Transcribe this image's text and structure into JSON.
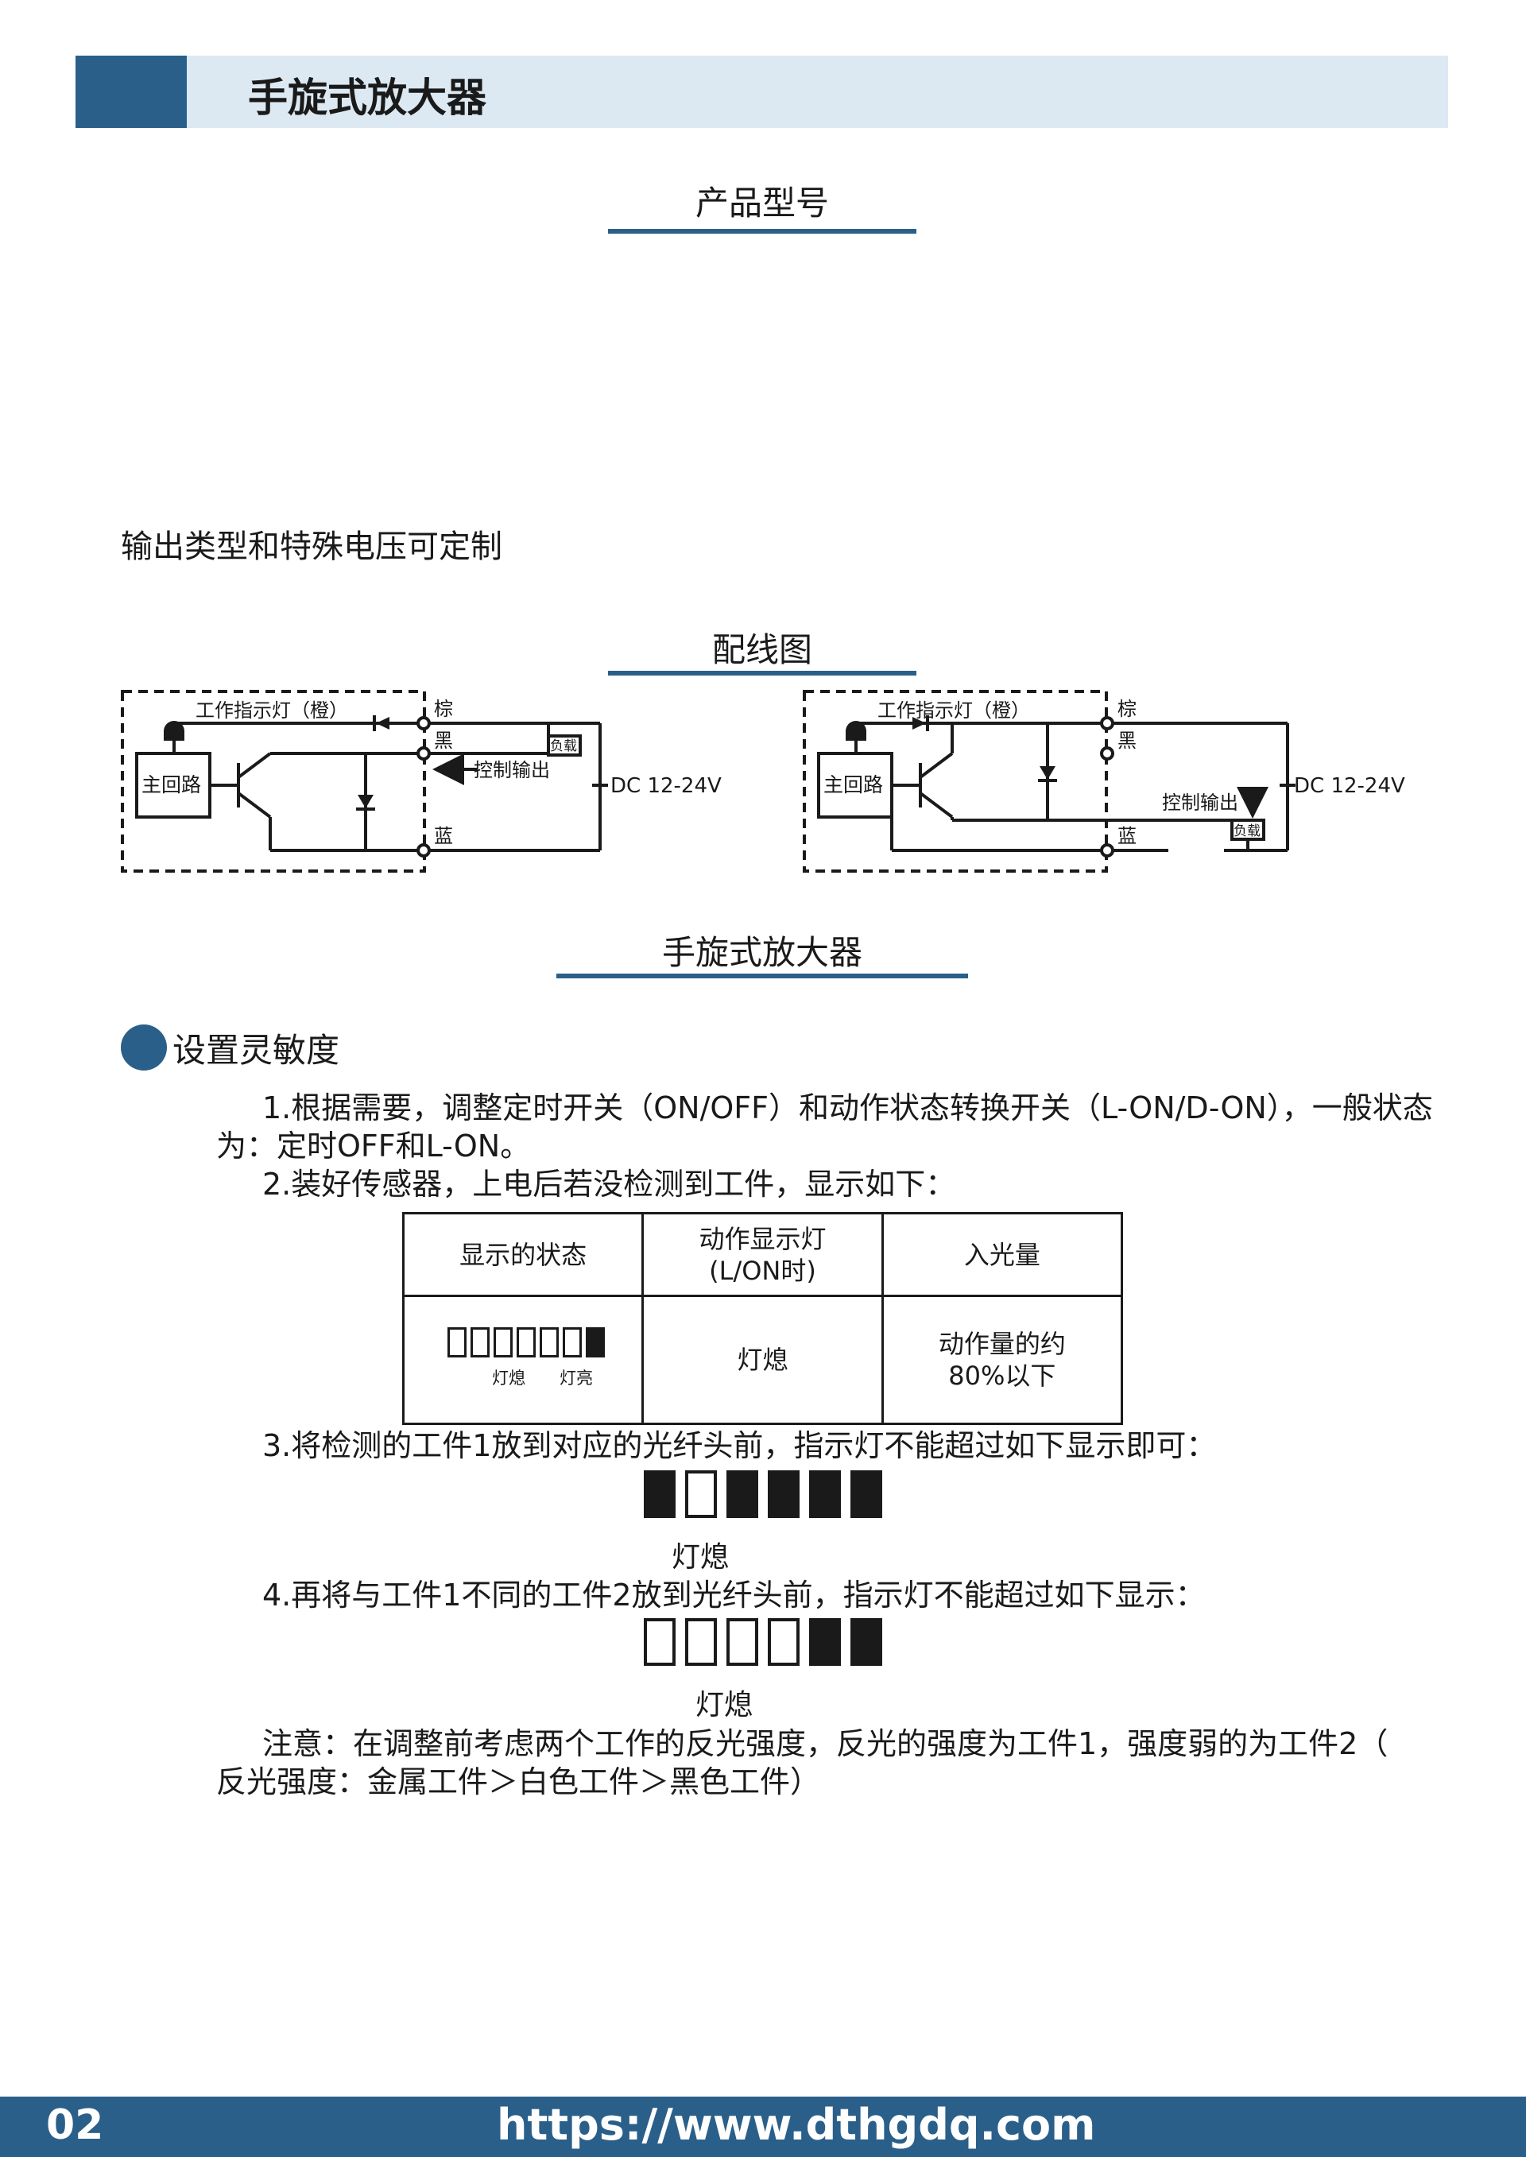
{
  "header": {
    "title": "手旋式放大器"
  },
  "sections": {
    "model": "产品型号",
    "custom_note": "输出类型和特殊电压可定制",
    "wiring": "配线图",
    "amplifier": "手旋式放大器",
    "sensitivity": "设置灵敏度"
  },
  "diagram_left": {
    "indicator": "工作指示灯（橙）",
    "main_circuit": "主回路",
    "brown": "棕",
    "black": "黑",
    "blue": "蓝",
    "load": "负载",
    "control_output": "控制输出",
    "dc": "DC 12-24V"
  },
  "diagram_right": {
    "indicator": "工作指示灯（橙）",
    "main_circuit": "主回路",
    "brown": "棕",
    "black": "黑",
    "blue": "蓝",
    "load": "负载",
    "control_output": "控制输出",
    "dc": "DC 12-24V"
  },
  "steps": {
    "step1_line1": "1.根据需要，调整定时开关（ON/OFF）和动作状态转换开关（L-ON/D-ON），一般状态",
    "step1_line2": "为：定时OFF和L-ON。",
    "step2": "2.装好传感器，上电后若没检测到工件，显示如下：",
    "step3": "3.将检测的工件1放到对应的光纤头前，指示灯不能超过如下显示即可：",
    "step4": "4.再将与工件1不同的工件2放到光纤头前，指示灯不能超过如下显示：",
    "note_line1": "注意：在调整前考虑两个工作的反光强度，反光的强度为工件1，强度弱的为工件2（",
    "note_line2": "反光强度：金属工件＞白色工件＞黑色工件）"
  },
  "table": {
    "headers": [
      "显示的状态",
      "动作显示灯",
      "(L/ON时)",
      "入光量"
    ],
    "cell_off": "灯熄",
    "cell_on": "灯亮",
    "cell_status": "灯熄",
    "cell_amount_1": "动作量的约",
    "cell_amount_2": "80%以下"
  },
  "display3": {
    "caption": "灯熄",
    "segments": [
      true,
      false,
      true,
      true,
      true,
      true
    ]
  },
  "display4": {
    "caption": "灯熄",
    "segments": [
      false,
      false,
      false,
      false,
      true,
      true
    ]
  },
  "display_table": {
    "segments": [
      false,
      false,
      false,
      false,
      false,
      false,
      true
    ]
  },
  "footer": {
    "page": "02",
    "url": "https://www.dthgdq.com"
  },
  "colors": {
    "accent": "#2a5f8a",
    "header_bg": "#dce9f3"
  }
}
